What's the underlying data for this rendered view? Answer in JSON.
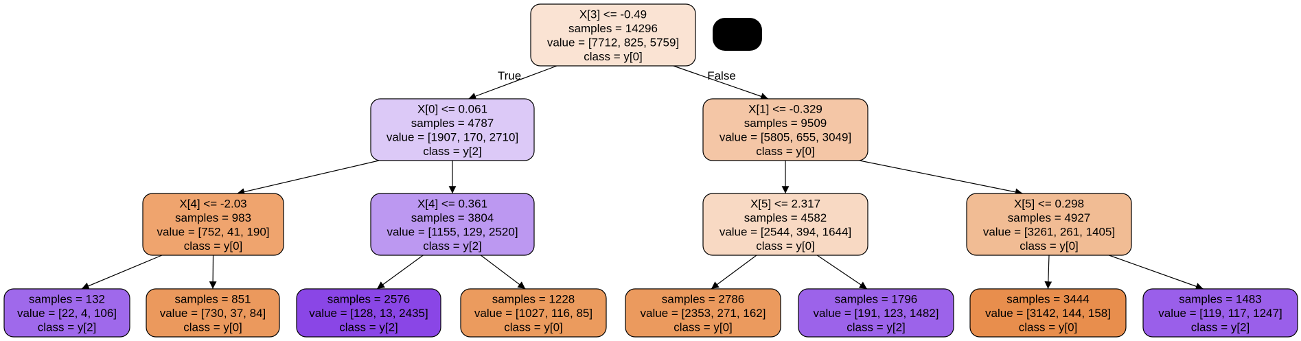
{
  "tree": {
    "edge_labels": {
      "true_label": "True",
      "false_label": "False"
    },
    "nodes": [
      {
        "id": "n0",
        "lines": [
          "X[3] <= -0.49",
          "samples = 14296",
          "value = [7712, 825, 5759]",
          "class = y[0]"
        ],
        "fill": "#fae3d3"
      },
      {
        "id": "n1",
        "lines": [
          "X[0] <= 0.061",
          "samples = 4787",
          "value = [1907, 170, 2710]",
          "class = y[2]"
        ],
        "fill": "#dcc9f7"
      },
      {
        "id": "n2",
        "lines": [
          "X[1] <= -0.329",
          "samples = 9509",
          "value = [5805, 655, 3049]",
          "class = y[0]"
        ],
        "fill": "#f4c6a6"
      },
      {
        "id": "n3",
        "lines": [
          "X[4] <= -2.03",
          "samples = 983",
          "value = [752, 41, 190]",
          "class = y[0]"
        ],
        "fill": "#efa46e"
      },
      {
        "id": "n4",
        "lines": [
          "X[4] <= 0.361",
          "samples = 3804",
          "value = [1155, 129, 2520]",
          "class = y[2]"
        ],
        "fill": "#bc98f1"
      },
      {
        "id": "n5",
        "lines": [
          "X[5] <= 2.317",
          "samples = 4582",
          "value = [2544, 394, 1644]",
          "class = y[0]"
        ],
        "fill": "#f8d9c3"
      },
      {
        "id": "n6",
        "lines": [
          "X[5] <= 0.298",
          "samples = 4927",
          "value = [3261, 261, 1405]",
          "class = y[0]"
        ],
        "fill": "#f1bc94"
      },
      {
        "id": "n7",
        "lines": [
          "samples = 132",
          "value = [22, 4, 106]",
          "class = y[2]"
        ],
        "fill": "#9f69eb"
      },
      {
        "id": "n8",
        "lines": [
          "samples = 851",
          "value = [730, 37, 84]",
          "class = y[0]"
        ],
        "fill": "#eb995d"
      },
      {
        "id": "n9",
        "lines": [
          "samples = 2576",
          "value = [128, 13, 2435]",
          "class = y[2]"
        ],
        "fill": "#8a46e6"
      },
      {
        "id": "n10",
        "lines": [
          "samples = 1228",
          "value = [1027, 116, 85]",
          "class = y[0]"
        ],
        "fill": "#eb9b5e"
      },
      {
        "id": "n11",
        "lines": [
          "samples = 2786",
          "value = [2353, 271, 162]",
          "class = y[0]"
        ],
        "fill": "#eb9a5e"
      },
      {
        "id": "n12",
        "lines": [
          "samples = 1796",
          "value = [191, 123, 1482]",
          "class = y[2]"
        ],
        "fill": "#9c63ea"
      },
      {
        "id": "n13",
        "lines": [
          "samples = 3444",
          "value = [3142, 144, 158]",
          "class = y[0]"
        ],
        "fill": "#e88e4d"
      },
      {
        "id": "n14",
        "lines": [
          "samples = 1483",
          "value = [119, 117, 1247]",
          "class = y[2]"
        ],
        "fill": "#9a5fea"
      }
    ],
    "edges": [
      {
        "from": "n0",
        "to": "n1",
        "label": "true_label"
      },
      {
        "from": "n0",
        "to": "n2",
        "label": "false_label"
      },
      {
        "from": "n1",
        "to": "n3"
      },
      {
        "from": "n1",
        "to": "n4"
      },
      {
        "from": "n2",
        "to": "n5"
      },
      {
        "from": "n2",
        "to": "n6"
      },
      {
        "from": "n3",
        "to": "n7"
      },
      {
        "from": "n3",
        "to": "n8"
      },
      {
        "from": "n4",
        "to": "n9"
      },
      {
        "from": "n4",
        "to": "n10"
      },
      {
        "from": "n5",
        "to": "n11"
      },
      {
        "from": "n5",
        "to": "n12"
      },
      {
        "from": "n6",
        "to": "n13"
      },
      {
        "from": "n6",
        "to": "n14"
      }
    ]
  }
}
